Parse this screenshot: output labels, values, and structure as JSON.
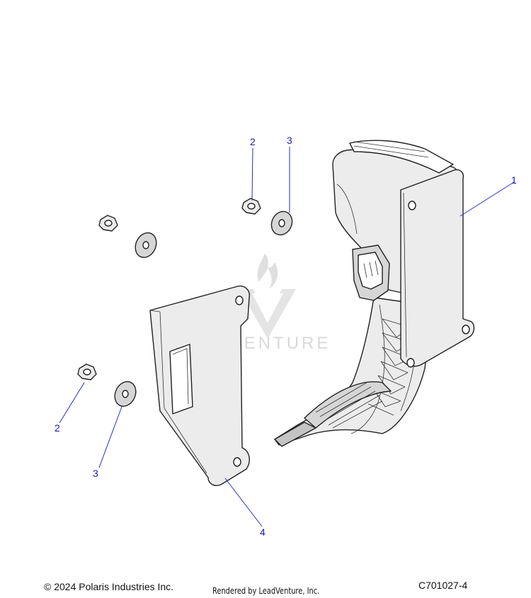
{
  "callouts": {
    "c1": "1",
    "c2_top": "2",
    "c3_top": "3",
    "c2_bottom": "2",
    "c3_bottom": "3",
    "c4": "4"
  },
  "watermark": {
    "brand": "LEADVENTURE"
  },
  "footer": {
    "copyright": "© 2024 Polaris Industries Inc.",
    "rendered_by": "Rendered by LeadVenture, Inc.",
    "diagram_code": "C701027-4"
  },
  "colors": {
    "callout_text": "#1a1ab4",
    "leader_line": "#2b2bc8",
    "part_outline": "#222222",
    "part_fill": "#ececec",
    "watermark": "#d9d9d9"
  }
}
